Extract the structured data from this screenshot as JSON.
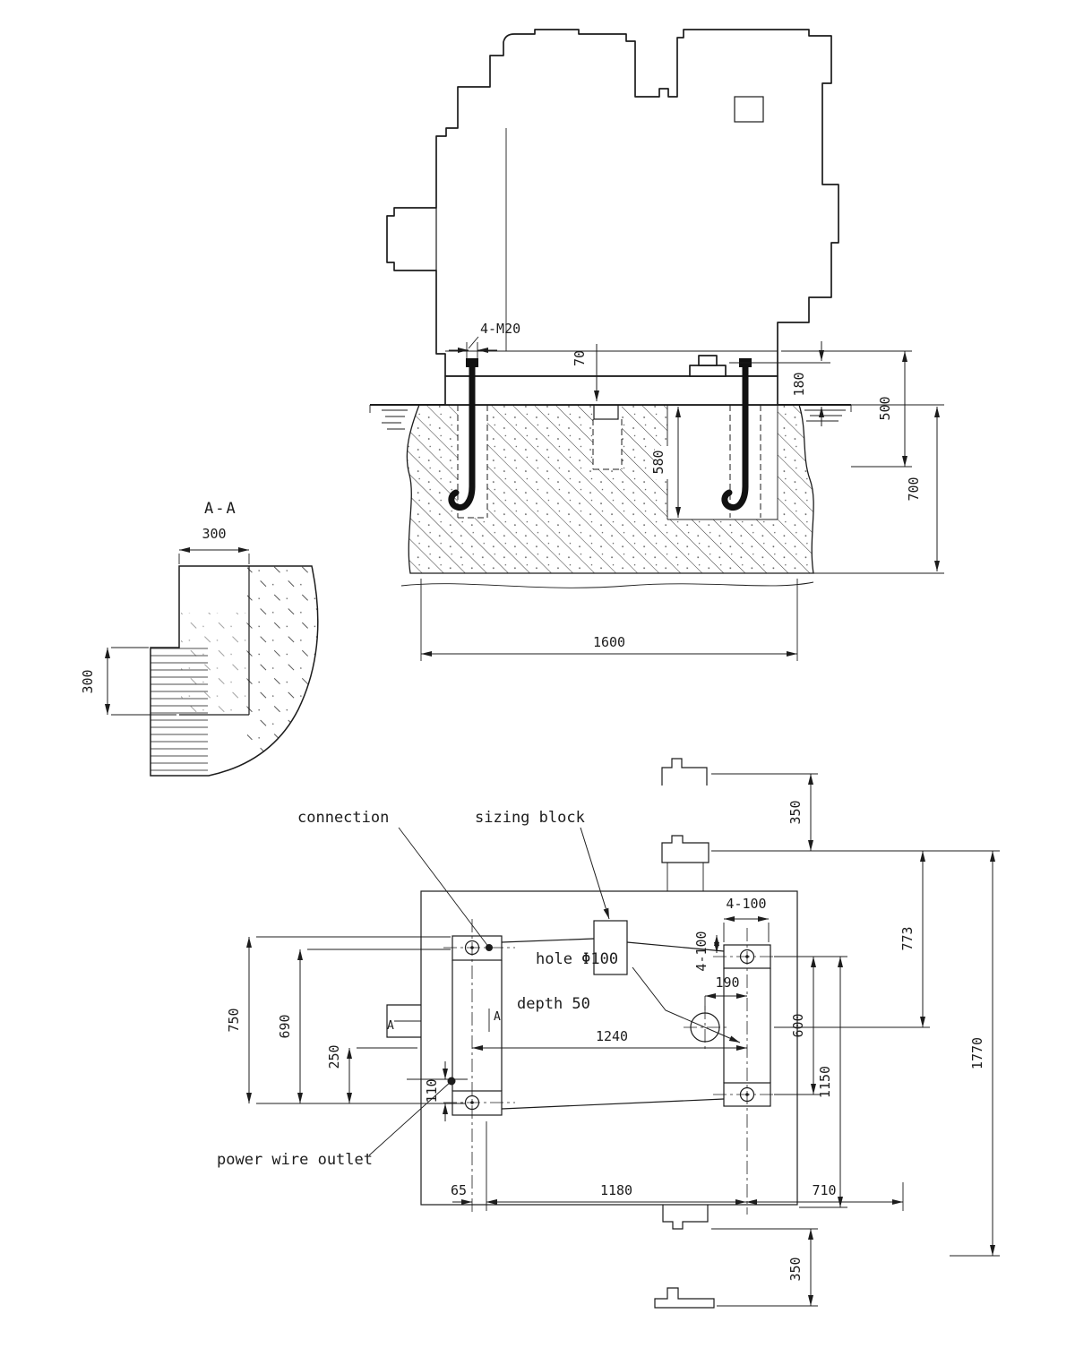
{
  "meta": {
    "bg": "#ffffff",
    "ink": "#1c1c1c"
  },
  "elevation": {
    "anchor_bolt_label": "4-M20",
    "dim_gap": "70",
    "dim_base_height": "180",
    "dim_bolt_projection": "500",
    "dim_foundation_depth": "700",
    "dim_pocket_depth": "580",
    "dim_foundation_length": "1600"
  },
  "section_aa": {
    "title": "A-A",
    "dim_pocket_width": "300",
    "dim_pocket_height": "300"
  },
  "plan": {
    "label_connection": "connection",
    "label_sizing_block": "sizing block",
    "label_hole": "hole Φ100",
    "label_hole_depth": "depth 50",
    "label_power_wire": "power wire outlet",
    "marker_section_left": "A",
    "marker_section_right": "A",
    "dim_350_top": "350",
    "dim_773": "773",
    "dim_1770": "1770",
    "dim_1150": "1150",
    "dim_600": "600",
    "dim_750": "750",
    "dim_690": "690",
    "dim_250": "250",
    "dim_110": "110",
    "dim_4_100_top": "4-100",
    "dim_4_100_side": "4-100",
    "dim_190": "190",
    "dim_1240": "1240",
    "dim_65": "65",
    "dim_1180": "1180",
    "dim_710": "710",
    "dim_350_bottom": "350"
  }
}
